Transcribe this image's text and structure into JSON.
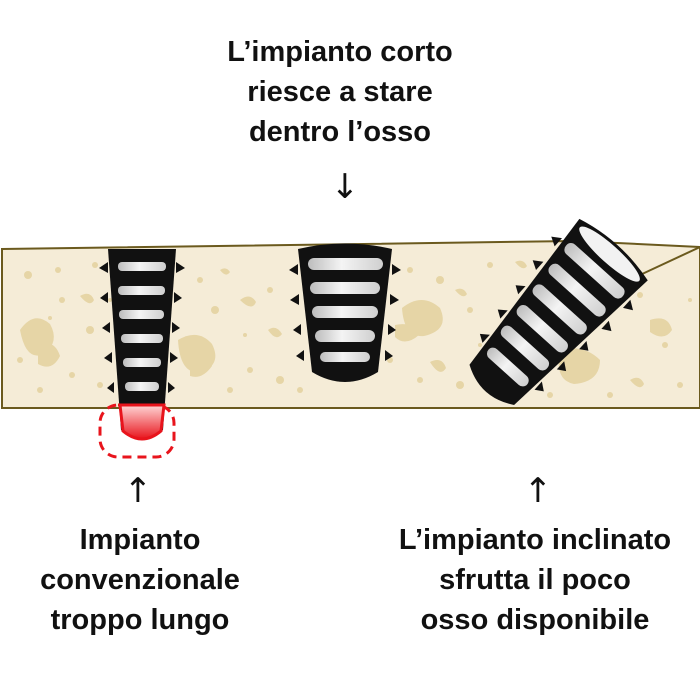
{
  "labels": {
    "top": [
      "L’impianto corto",
      "riesce a stare",
      "dentro l’osso"
    ],
    "left": [
      "Impianto",
      "convenzionale",
      "troppo lungo"
    ],
    "right": [
      "L’impianto inclinato",
      "sfrutta il poco",
      "osso disponibile"
    ]
  },
  "arrows": {
    "down": "↓",
    "up": "↑"
  },
  "colors": {
    "bone": "#f5ecd7",
    "bone_spots": "#e6d5a6",
    "bone_outline": "#6b5a1e",
    "implant_dark": "#111111",
    "implant_thread": "#dcdcdc",
    "overshoot": "#e8141c"
  }
}
